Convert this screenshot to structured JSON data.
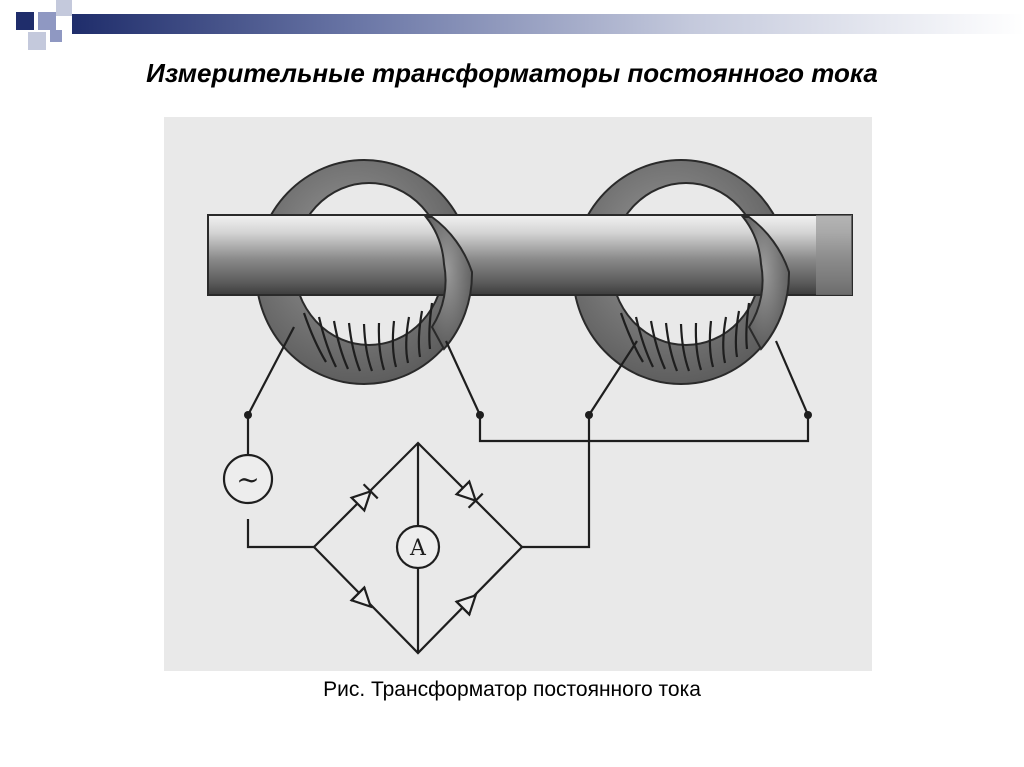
{
  "slide": {
    "title": "Измерительные трансформаторы постоянного тока",
    "caption": "Рис. Трансформатор постоянного тока"
  },
  "diagram": {
    "ammeter_label": "A",
    "source_symbol": "~"
  },
  "colors": {
    "accent_dark": "#1f2d6b",
    "accent_light": "#c4c9dc",
    "figure_background": "#e9e9e9"
  }
}
